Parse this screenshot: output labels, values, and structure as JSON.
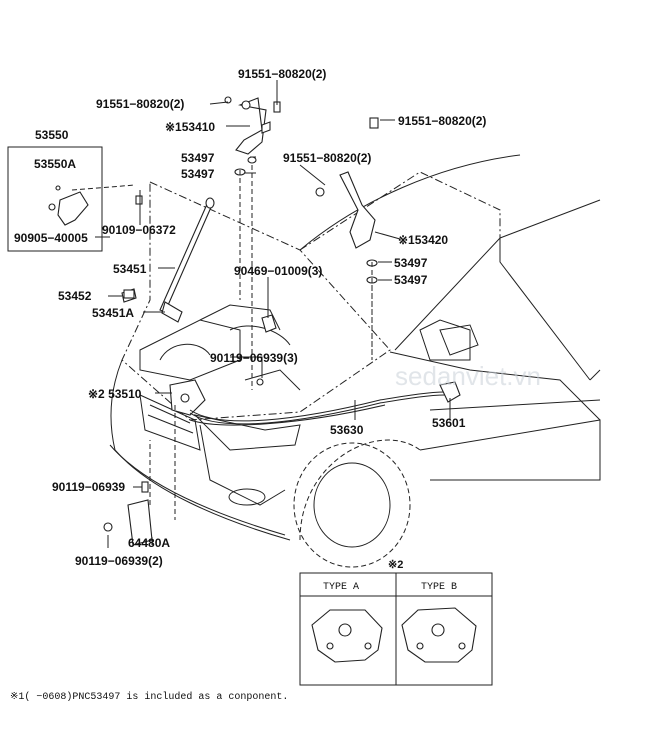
{
  "labels": {
    "p91551_top": "91551−80820(2)",
    "p91551_left": "91551−80820(2)",
    "p91551_right": "91551−80820(2)",
    "p91551_mid": "91551−80820(2)",
    "p53410": "※153410",
    "p53550": "53550",
    "p53550A": "53550A",
    "p90905": "90905−40005",
    "p90109": "90109−06372",
    "p53497_a": "53497",
    "p53497_b": "53497",
    "p53497_c": "53497",
    "p53497_d": "53497",
    "p53420": "※153420",
    "p53451": "53451",
    "p90469": "90469−01009(3)",
    "p53452": "53452",
    "p53451A": "53451A",
    "p90119_mid": "90119−06939(3)",
    "p53510": "※2  53510",
    "p53630": "53630",
    "p53601": "53601",
    "p90119_a": "90119−06939",
    "p64480A": "64480A",
    "p90119_b": "90119−06939(2)"
  },
  "inset": {
    "marker": "※2",
    "type_a": "TYPE  A",
    "type_b": "TYPE  B"
  },
  "footnote": "※1(    −0608)PNC53497 is included as a conponent.",
  "watermark": "sedanviet.vn"
}
